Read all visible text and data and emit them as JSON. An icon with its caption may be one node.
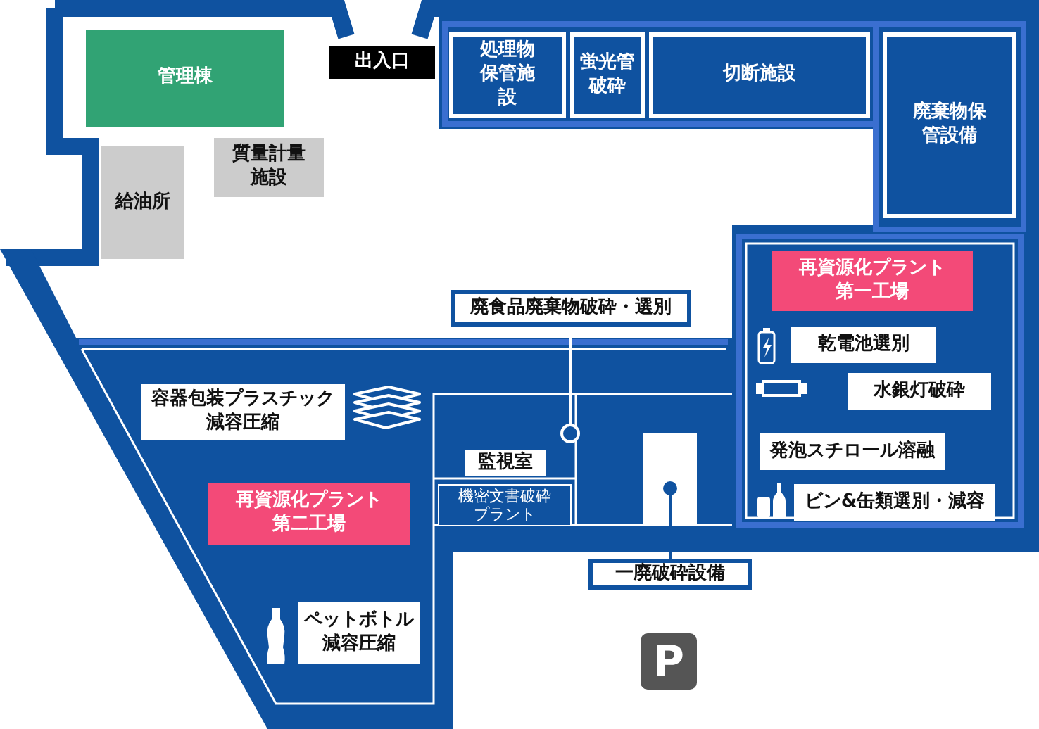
{
  "diagram": {
    "nodes": [
      {
        "text": [
          "管理棟"
        ]
      },
      {
        "text": [
          "出入口"
        ]
      },
      {
        "text": [
          "処理物保管施設"
        ]
      },
      {
        "text": [
          "蛍光管破砕"
        ]
      },
      {
        "text": [
          "切断施設"
        ]
      },
      {
        "text": [
          "廃棄物保管設備"
        ]
      },
      {
        "text": [
          "給油所"
        ]
      },
      {
        "text": [
          "質量計量施設"
        ]
      },
      {
        "text": [
          "再資源化プラント第一工場"
        ]
      },
      {
        "text": [
          "廃食品廃棄物破砕・選別"
        ]
      },
      {
        "text": [
          "乾電池選別"
        ]
      },
      {
        "text": [
          "容器包装プラスチック減容圧縮"
        ]
      },
      {
        "text": [
          "水銀灯破砕"
        ]
      },
      {
        "text": [],
        "shape": "circle"
      },
      {
        "text": [
          "監視室"
        ]
      },
      {
        "text": [
          "発泡スチロール溶融"
        ]
      },
      {
        "text": [
          "再資源化プラント第二工場"
        ]
      },
      {
        "text": [
          "機密文書破砕プラント"
        ]
      },
      {
        "text": [],
        "shape": "circle"
      },
      {
        "text": [
          "ビン&缶類選別・減容"
        ]
      },
      {
        "text": [
          "一廃破砕設備"
        ]
      },
      {
        "text": [
          "ペットボトル減容圧縮"
        ]
      }
    ],
    "edges": [
      {
        "from": 9,
        "to": 13,
        "arrow": "none"
      },
      {
        "from": 20,
        "to": 18,
        "arrow": "none",
        "color": "#0f52a0"
      }
    ],
    "labels": [
      "P"
    ]
  }
}
